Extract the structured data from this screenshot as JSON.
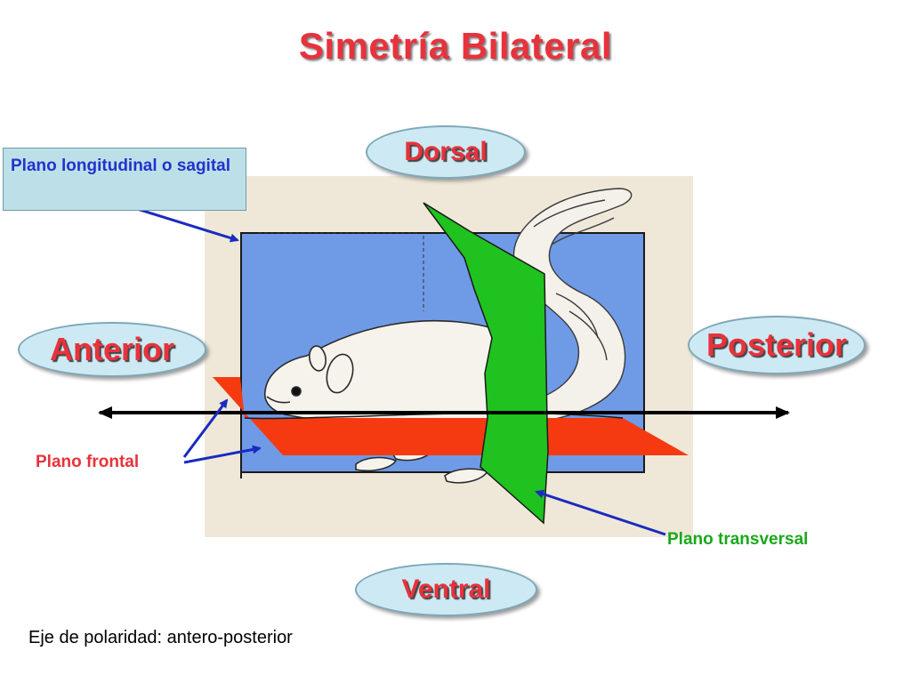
{
  "title": "Simetría Bilateral",
  "directions": {
    "dorsal": "Dorsal",
    "ventral": "Ventral",
    "anterior": "Anterior",
    "posterior": "Posterior"
  },
  "planes": {
    "sagital": "Plano longitudinal o sagital",
    "frontal": "Plano frontal",
    "transversal": "Plano transversal"
  },
  "axis_note": "Eje de polaridad: antero-posterior",
  "colors": {
    "title": "#e8323c",
    "sagital_plane": "#6f9ae6",
    "frontal_plane": "#f53a12",
    "transversal_plane": "#1fc21f",
    "background_panel": "#efe8d8",
    "label_blue": "#2233cc",
    "label_green": "#1aa81a",
    "label_red": "#e8323c"
  }
}
